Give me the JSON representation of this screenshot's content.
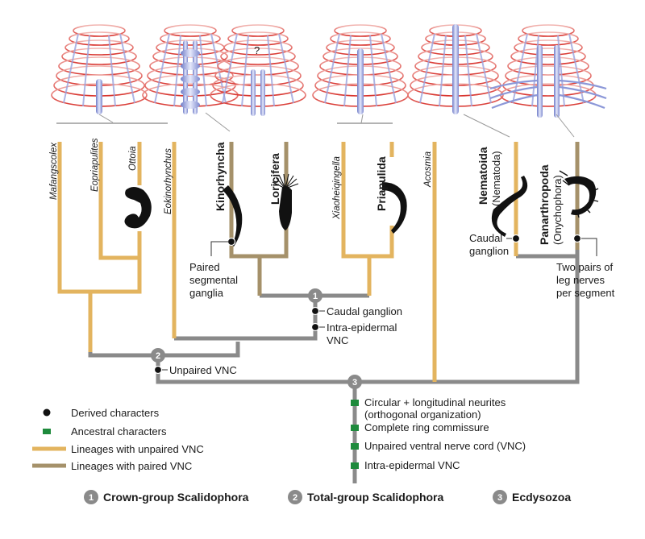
{
  "taxa": {
    "mafangscolex": "Mafangscolex",
    "eopriapulites": "Eopriapulites",
    "ottoia": "Ottoia",
    "eokinorhynchus": "Eokinorhynchus",
    "kinorhyncha": "Kinorhyncha",
    "loricifera": "Loricifera",
    "xiaoheiqingella": "Xiaoheiqingella",
    "priapulida": "Priapulida",
    "acosmia": "Acosmia",
    "nematoida": "Nematoida",
    "nematoda": "(Nematoda)",
    "panarthropoda": "Panarthropoda",
    "onychophora": "(Onychophora)"
  },
  "unknown_mark": "?",
  "annotations": {
    "paired_ganglia": [
      "Paired",
      "segmental",
      "ganglia"
    ],
    "caudal_ganglion_node1": "Caudal ganglion",
    "intraepidermal_node1": [
      "Intra-epidermal",
      "VNC"
    ],
    "unpaired_vnc_node2": "Unpaired VNC",
    "caudal_ganglion_nematoida": [
      "Caudal",
      "ganglion"
    ],
    "leg_nerves": [
      "Two pairs of",
      "leg nerves",
      "per segment"
    ]
  },
  "ecdysozoa_characters": [
    [
      "Circular + longitudinal neurites",
      "(orthogonal organization)"
    ],
    [
      "Complete ring commissure"
    ],
    [
      "Unpaired ventral nerve cord (VNC)"
    ],
    [
      "Intra-epidermal VNC"
    ]
  ],
  "legend": {
    "derived": "Derived characters",
    "ancestral": "Ancestral characters",
    "unpaired": "Lineages with unpaired VNC",
    "paired": "Lineages with paired VNC"
  },
  "nodes": [
    {
      "num": "1",
      "label": "Crown-group Scalidophora"
    },
    {
      "num": "2",
      "label": "Total-group Scalidophora"
    },
    {
      "num": "3",
      "label": "Ecdysozoa"
    }
  ],
  "colors": {
    "unpaired_lineage": "#e3b45f",
    "paired_lineage": "#a5916a",
    "ancestral_stem": "#8a8a8a",
    "ancestral_marker": "#1e8a3c",
    "derived_marker": "#111111",
    "ring": "#d8322c",
    "nerve": "#8c98d8"
  }
}
